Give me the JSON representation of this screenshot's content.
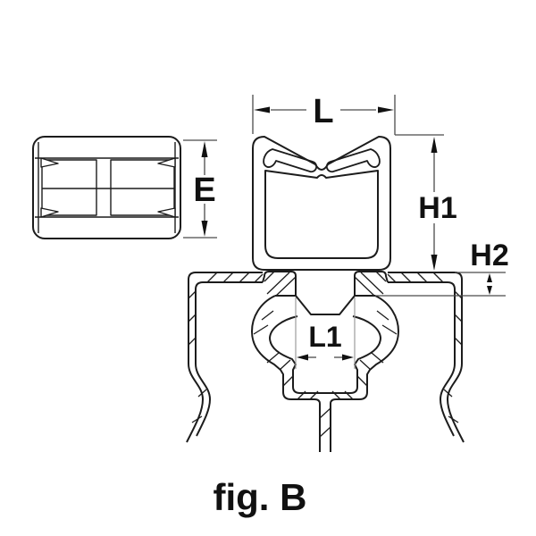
{
  "figure": {
    "caption": "fig. B",
    "labels": {
      "L": "L",
      "E": "E",
      "H1": "H1",
      "H2": "H2",
      "L1": "L1"
    },
    "colors": {
      "background": "#ffffff",
      "profile_line": "#1c1c1c",
      "dimension_stem": "#6a6a6a",
      "light_extension": "#9c9c9c",
      "text": "#111111"
    }
  }
}
